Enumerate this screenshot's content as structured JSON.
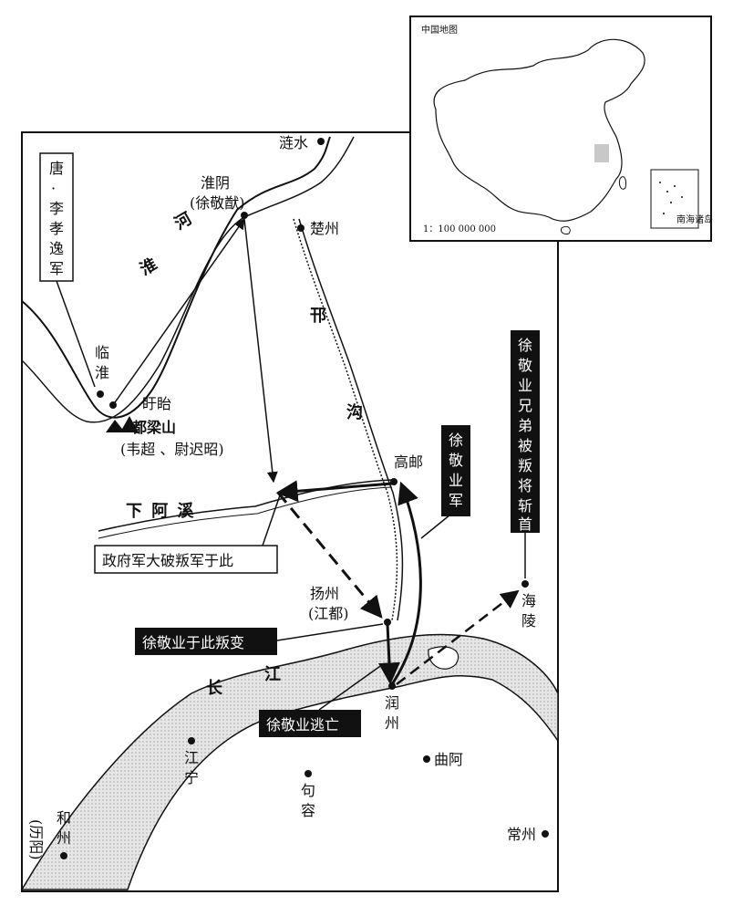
{
  "inset": {
    "title": "中国地图",
    "scale": "1：100 000 000",
    "south_sea_label": "南海诸岛"
  },
  "places": {
    "lianshui": "涟水",
    "huaiyin": "淮阴",
    "huaiyin_note": "(徐敬猷)",
    "chuzhou": "楚州",
    "linhuai_1": "临",
    "linhuai_2": "淮",
    "xuyi": "盱眙",
    "douliangshan": "都梁山",
    "douliangshan_note": "(韦超 、尉迟昭)",
    "gaoyou": "高邮",
    "yangzhou": "扬州",
    "yangzhou_note": "(江都)",
    "haining_1": "海",
    "haining_2": "陵",
    "runzhou_1": "润",
    "runzhou_2": "州",
    "jiangning_1": "江",
    "jiangning_2": "宁",
    "qua": "曲阿",
    "jurong_1": "句",
    "jurong_2": "容",
    "hezhou_1": "和",
    "hezhou_2": "州",
    "liyang_note": "(历阳)",
    "changzhou": "常州"
  },
  "rivers": {
    "huaihe_1": "淮",
    "huaihe_2": "河",
    "hangou_1": "邗",
    "hangou_2": "沟",
    "xiaxi": "下 阿 溪",
    "changjiang_1": "长",
    "changjiang_2": "江"
  },
  "callouts": {
    "tang_army": [
      "唐",
      "·",
      "李",
      "孝",
      "逸",
      "军"
    ],
    "gov_victory": "政府军大破叛军于此",
    "xu_army": [
      "徐",
      "敬",
      "业",
      "军"
    ],
    "brothers": [
      "徐",
      "敬",
      "业",
      "兄",
      "弟",
      "被",
      "叛",
      "将",
      "斩",
      "首"
    ],
    "rebellion": "徐敬业于此叛变",
    "escape": "徐敬业逃亡"
  },
  "colors": {
    "ink": "#111111",
    "river_fill": "#d9d9d9",
    "inset_highlight": "#c8c8c8"
  }
}
